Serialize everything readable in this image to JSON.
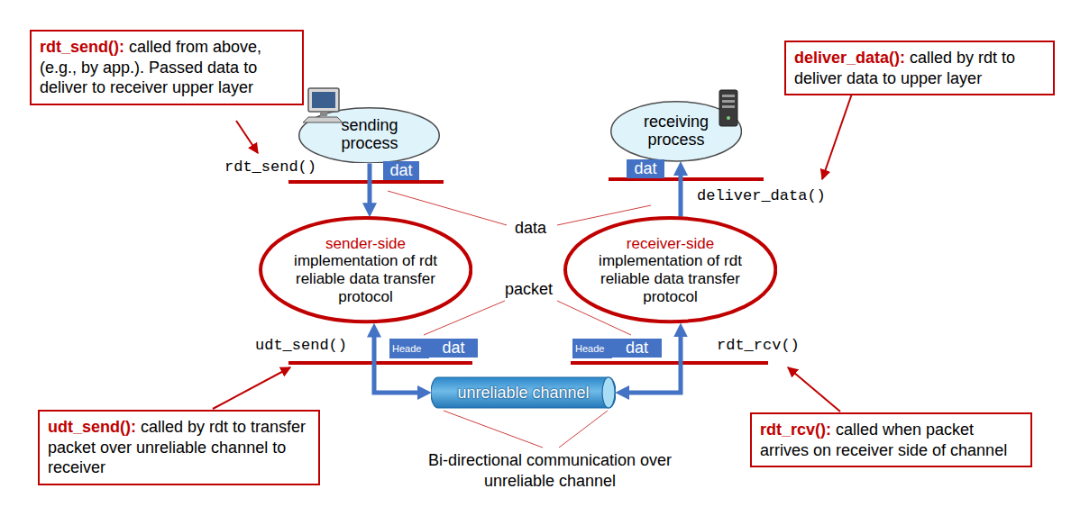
{
  "diagram": {
    "nodes": [
      {
        "text": [
          "rdt_send():",
          "called from above, (e.g., by app.). Passed data to deliver to receiver upper layer"
        ]
      },
      {
        "text": [
          "deliver_data():",
          "called by rdt to deliver data to upper layer"
        ]
      },
      {
        "text": [
          "sending process"
        ]
      },
      {
        "text": [
          "receiving process"
        ]
      },
      {
        "text": [
          "sender-side",
          "implementation of rdt reliable data transfer protocol"
        ]
      },
      {
        "text": [
          "receiver-side",
          "implementation of rdt reliable data transfer protocol"
        ]
      },
      {
        "text": [
          "unreliable channel"
        ]
      },
      {
        "text": [
          "udt_send():",
          "called by rdt to transfer packet over unreliable channel to receiver"
        ]
      },
      {
        "text": [
          "rdt_rcv():",
          "called when packet arrives on receiver side of channel"
        ]
      }
    ],
    "edges": [
      {
        "from": 2,
        "to": 4,
        "arrow": "to"
      },
      {
        "from": 5,
        "to": 3,
        "arrow": "to"
      },
      {
        "from": 4,
        "to": 6,
        "arrow": "both"
      },
      {
        "from": 6,
        "to": 5,
        "arrow": "both"
      }
    ],
    "labels": [
      "rdt_send()",
      "dat",
      "deliver_data()",
      "dat",
      "data",
      "packet",
      "udt_send()",
      "Heade",
      "dat",
      "Heade",
      "dat",
      "rdt_rcv()",
      "Bi-directional communication over unreliable channel"
    ]
  }
}
